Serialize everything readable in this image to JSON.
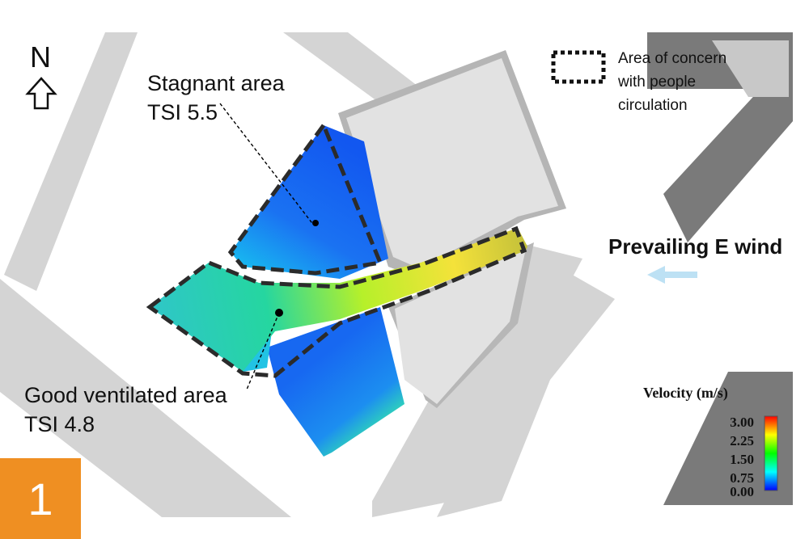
{
  "north": {
    "letter": "N",
    "icon": "arrow-up-outline-icon"
  },
  "annotations": {
    "stagnant": {
      "line1": "Stagnant area",
      "line2": "TSI 5.5"
    },
    "good": {
      "line1": "Good ventilated area",
      "line2": "TSI 4.8"
    }
  },
  "legend": {
    "line1": "Area of concern",
    "line2": "with people",
    "line3": "circulation"
  },
  "wind": {
    "label": "Prevailing E wind",
    "icon": "arrow-left-icon",
    "color": "#bde1f4"
  },
  "velocity_scale": {
    "title": "Velocity (m/s)",
    "ticks": [
      "3.00",
      "2.25",
      "1.50",
      "0.75",
      "0.00"
    ],
    "colors": [
      "#ff0000",
      "#ffff00",
      "#00ff00",
      "#00ffff",
      "#0000ff"
    ]
  },
  "badge": {
    "number": "1",
    "color": "#ef8f22"
  }
}
